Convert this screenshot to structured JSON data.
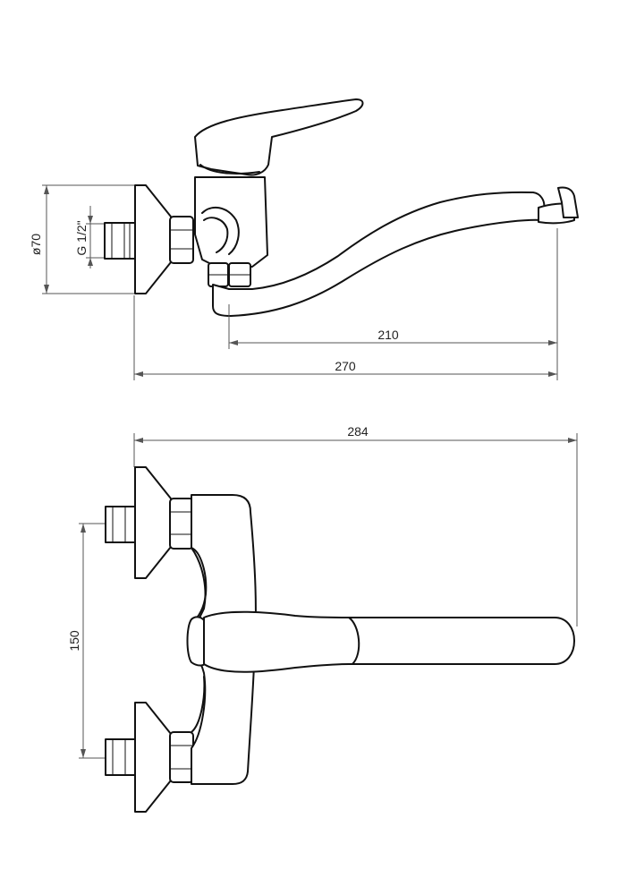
{
  "side_view": {
    "dim_diameter": "ø70",
    "dim_thread": "G 1/2\"",
    "dim_reach": "210",
    "dim_total_length": "270"
  },
  "top_view": {
    "dim_width": "284",
    "dim_spacing": "150"
  }
}
